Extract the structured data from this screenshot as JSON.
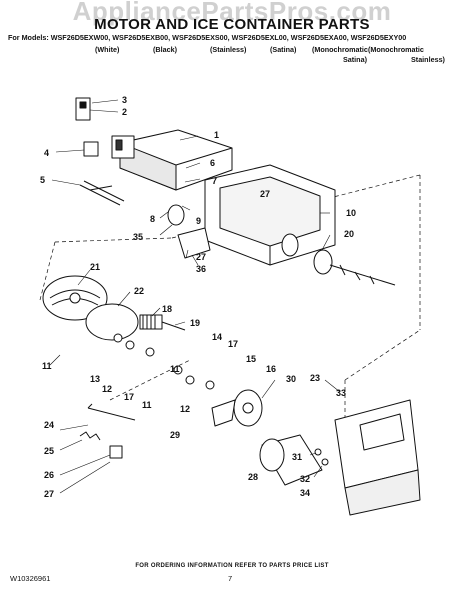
{
  "watermark": "AppliancePartsPros.com",
  "title": "MOTOR AND ICE CONTAINER PARTS",
  "models_line": "For Models: WSF26D5EXW00, WSF26D5EXB00, WSF26D5EXS00, WSF26D5EXL00, WSF26D5EXA00, WSF26D5EXY00",
  "variants": [
    "(White)",
    "(Black)",
    "(Stainless)",
    "(Satina)",
    "(Monochromatic",
    "Satina)",
    "(Monochromatic",
    "Stainless)"
  ],
  "callouts": [
    "1",
    "2",
    "3",
    "4",
    "5",
    "6",
    "7",
    "8",
    "9",
    "10",
    "11",
    "11",
    "11",
    "12",
    "12",
    "13",
    "14",
    "15",
    "16",
    "17",
    "17",
    "18",
    "19",
    "20",
    "21",
    "22",
    "23",
    "24",
    "25",
    "26",
    "27",
    "27",
    "27",
    "28",
    "29",
    "30",
    "31",
    "32",
    "33",
    "34",
    "35",
    "36"
  ],
  "footer_note": "FOR ORDERING INFORMATION REFER TO PARTS PRICE LIST",
  "doc_number": "W10326961",
  "page_number": "7"
}
